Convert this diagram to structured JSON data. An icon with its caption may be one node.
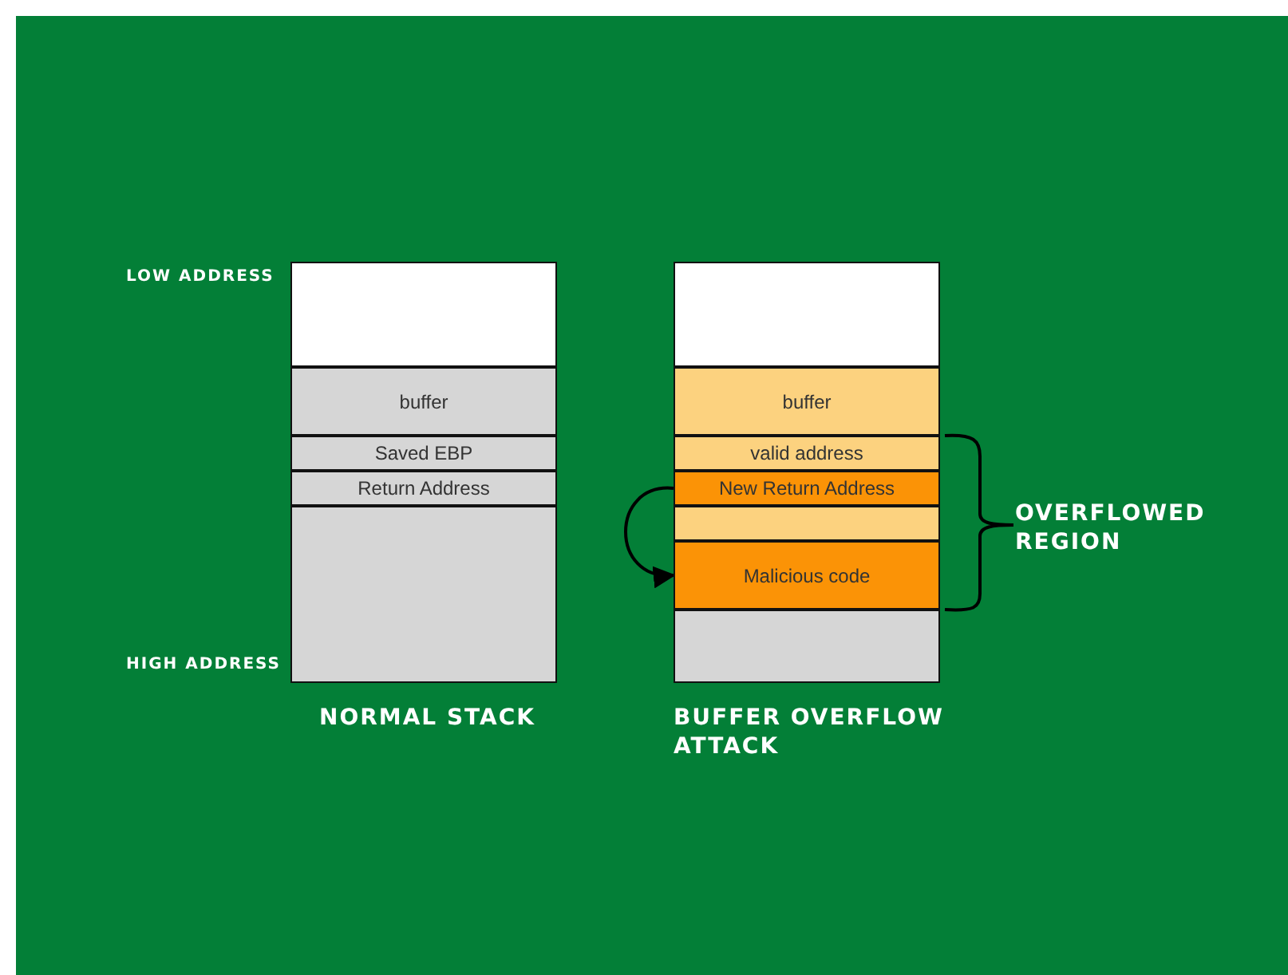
{
  "diagram": {
    "nodes": [
      {
        "text": [],
        "shape": "box"
      },
      {
        "text": [
          "buffer"
        ]
      },
      {
        "text": [
          "Saved EBP"
        ]
      },
      {
        "text": [
          "Return Address"
        ]
      },
      {
        "text": [],
        "shape": "box"
      },
      {
        "text": [],
        "shape": "box"
      },
      {
        "text": [
          "buffer"
        ]
      },
      {
        "text": [
          "valid address"
        ]
      },
      {
        "text": [
          "New Return Address"
        ]
      },
      {
        "text": [],
        "shape": "box"
      },
      {
        "text": [
          "Malicious code"
        ]
      },
      {
        "text": [],
        "shape": "box"
      }
    ],
    "edges": [
      {
        "from": 8,
        "to": 10,
        "arrow": "to"
      }
    ],
    "labels": [
      "LOW ADDRESS",
      "HIGH ADDRESS",
      "NORMAL STACK",
      "BUFFER OVERFLOW ATTACK",
      "OVERFLOWED REGION"
    ]
  }
}
